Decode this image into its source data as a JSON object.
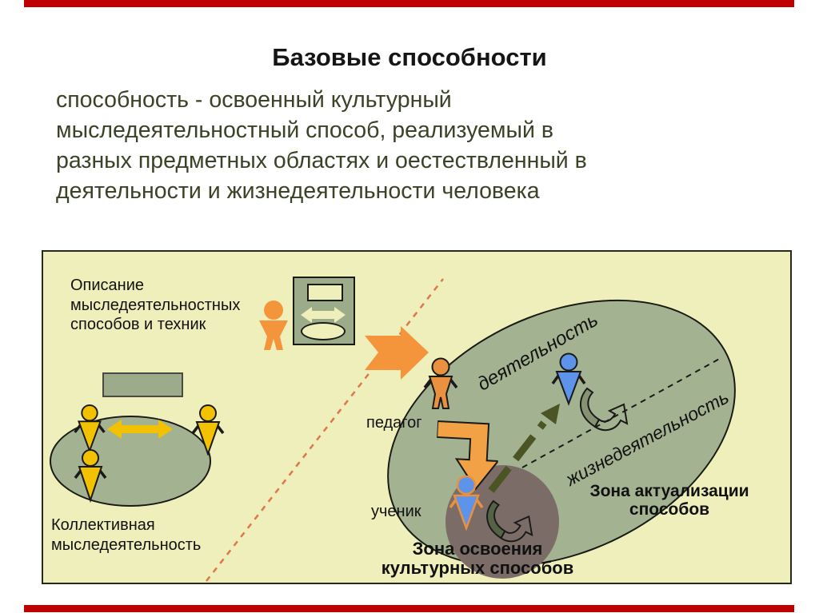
{
  "slide": {
    "title": "Базовые способности",
    "definition_lines": [
      "способность -  освоенный культурный",
      "мыследеятельностный способ, реализуемый в",
      "разных предметных областях и оестествленный в",
      "деятельности и жизнедеятельности человека"
    ],
    "accent_bar_color": "#C00000"
  },
  "diagram": {
    "background_color": "#EEEFBB",
    "description_label": {
      "lines": [
        "Описание",
        "мыследеятельностных",
        "способов и техник"
      ]
    },
    "collective_label": {
      "lines": [
        "Коллективная",
        "мыследеятельность"
      ]
    },
    "teacher_label": "педагог",
    "student_label": "ученик",
    "activity_label": "деятельность",
    "life_activity_label": "жизнедеятельность",
    "zone_mastering": {
      "lines": [
        "Зона освоения",
        "культурных способов"
      ]
    },
    "zone_actualization": {
      "lines": [
        "Зона актуализации",
        "способов"
      ]
    },
    "colors": {
      "ellipse_fill": "#A3B391",
      "device_fill": "#9CAB89",
      "zone_mastering_fill": "#7C6C68",
      "orange": "#F4953B",
      "yellow": "#F2C200",
      "blue": "#5E93EA",
      "olive_arrow": "#4A5424",
      "dashed_boundary_orange": "#E0764A"
    }
  }
}
